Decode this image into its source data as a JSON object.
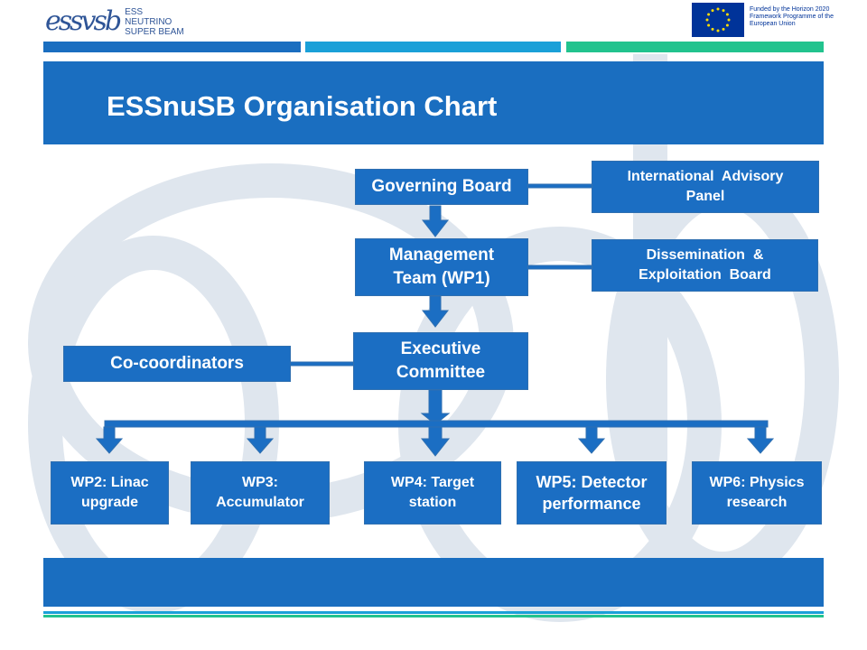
{
  "header": {
    "logo_mark": "essvsb",
    "logo_lines": [
      "ESS",
      "NEUTRINO",
      "SUPER BEAM"
    ],
    "eu_text": "Funded by the Horizon 2020 Framework Programme of the European Union",
    "eu_icon": "eu-flag-icon"
  },
  "title": "ESSnuSB Organisation Chart",
  "chart": {
    "governing_board": "Governing Board",
    "advisory_panel": "International  Advisory Panel",
    "management_team": "Management Team (WP1)",
    "dissemination_board": "Dissemination  & Exploitation  Board",
    "executive_committee": "Executive Committee",
    "co_coordinators": "Co-coordinators",
    "work_packages": [
      {
        "label": "WP2: Linac upgrade"
      },
      {
        "label": "WP3: Accumulator"
      },
      {
        "label": "WP4: Target station"
      },
      {
        "label": "WP5: Detector performance"
      },
      {
        "label": "WP6: Physics research"
      }
    ]
  },
  "colors": {
    "box_fill": "#1b6ec3",
    "title_bar": "#1a6ec0",
    "bar_blue_dark": "#1a6ec0",
    "bar_blue_light": "#1aa0d8",
    "bar_green": "#22c38e"
  }
}
